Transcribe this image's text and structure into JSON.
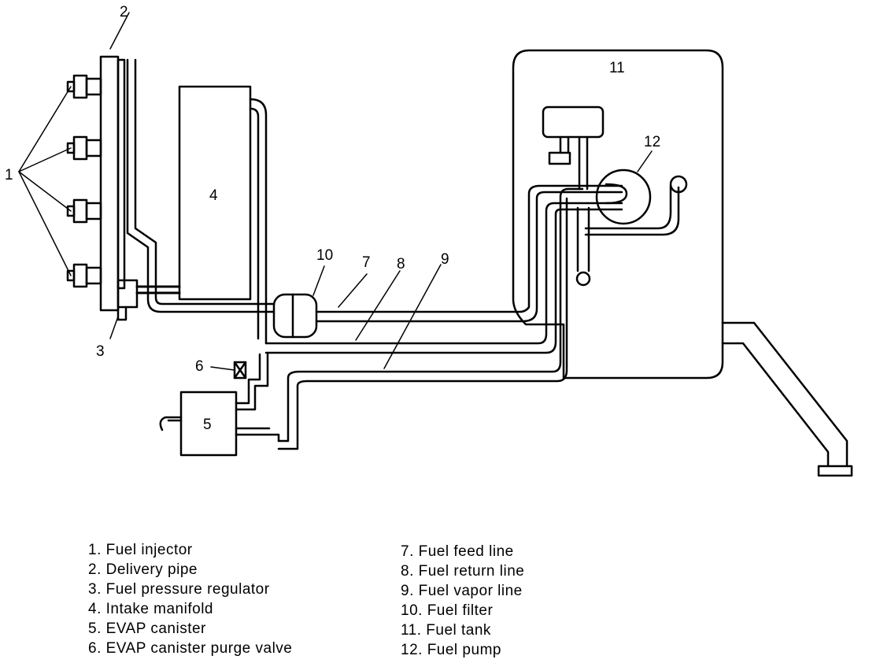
{
  "callouts": {
    "c1": "1",
    "c2": "2",
    "c3": "3",
    "c4": "4",
    "c5": "5",
    "c6": "6",
    "c7": "7",
    "c8": "8",
    "c9": "9",
    "c10": "10",
    "c11": "11",
    "c12": "12"
  },
  "legend": {
    "left": [
      "1. Fuel injector",
      "2. Delivery pipe",
      "3. Fuel pressure regulator",
      "4. Intake manifold",
      "5. EVAP canister",
      "6. EVAP canister purge valve"
    ],
    "right": [
      "7. Fuel feed line",
      "8. Fuel return line",
      "9. Fuel vapor line",
      "10. Fuel filter",
      "11. Fuel tank",
      "12. Fuel pump"
    ]
  }
}
